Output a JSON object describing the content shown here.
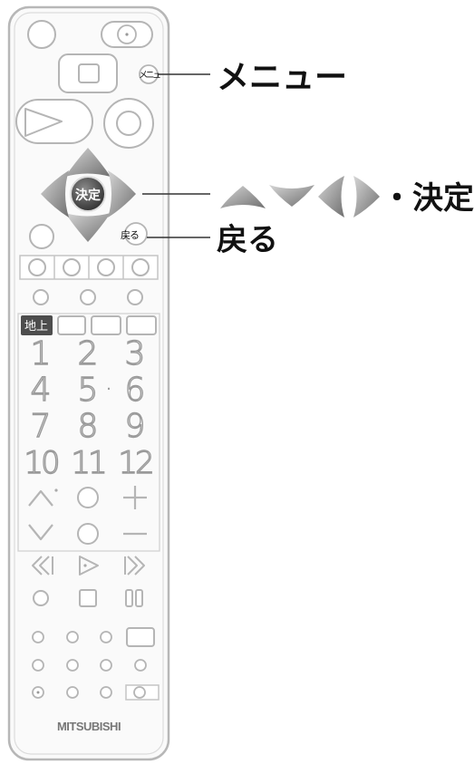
{
  "callouts": {
    "menu": {
      "label": "メニュー",
      "button_text": "メニュー"
    },
    "nav": {
      "label": "・決定",
      "center_button_text": "決定"
    },
    "back": {
      "label": "戻る",
      "button_text": "戻る"
    }
  },
  "remote": {
    "terrestrial_label": "地上",
    "numbers": [
      "1",
      "2",
      "3",
      "4",
      "5",
      "6",
      "7",
      "8",
      "9",
      "10",
      "11",
      "12"
    ],
    "dot_between_5_6": "·",
    "brand": "MITSUBISHI"
  },
  "colors": {
    "callout_line": "#333333",
    "button_fill": "#5a5a5a",
    "arrow_fill": "#8a8a8a",
    "outline": "#b5b5b5"
  }
}
